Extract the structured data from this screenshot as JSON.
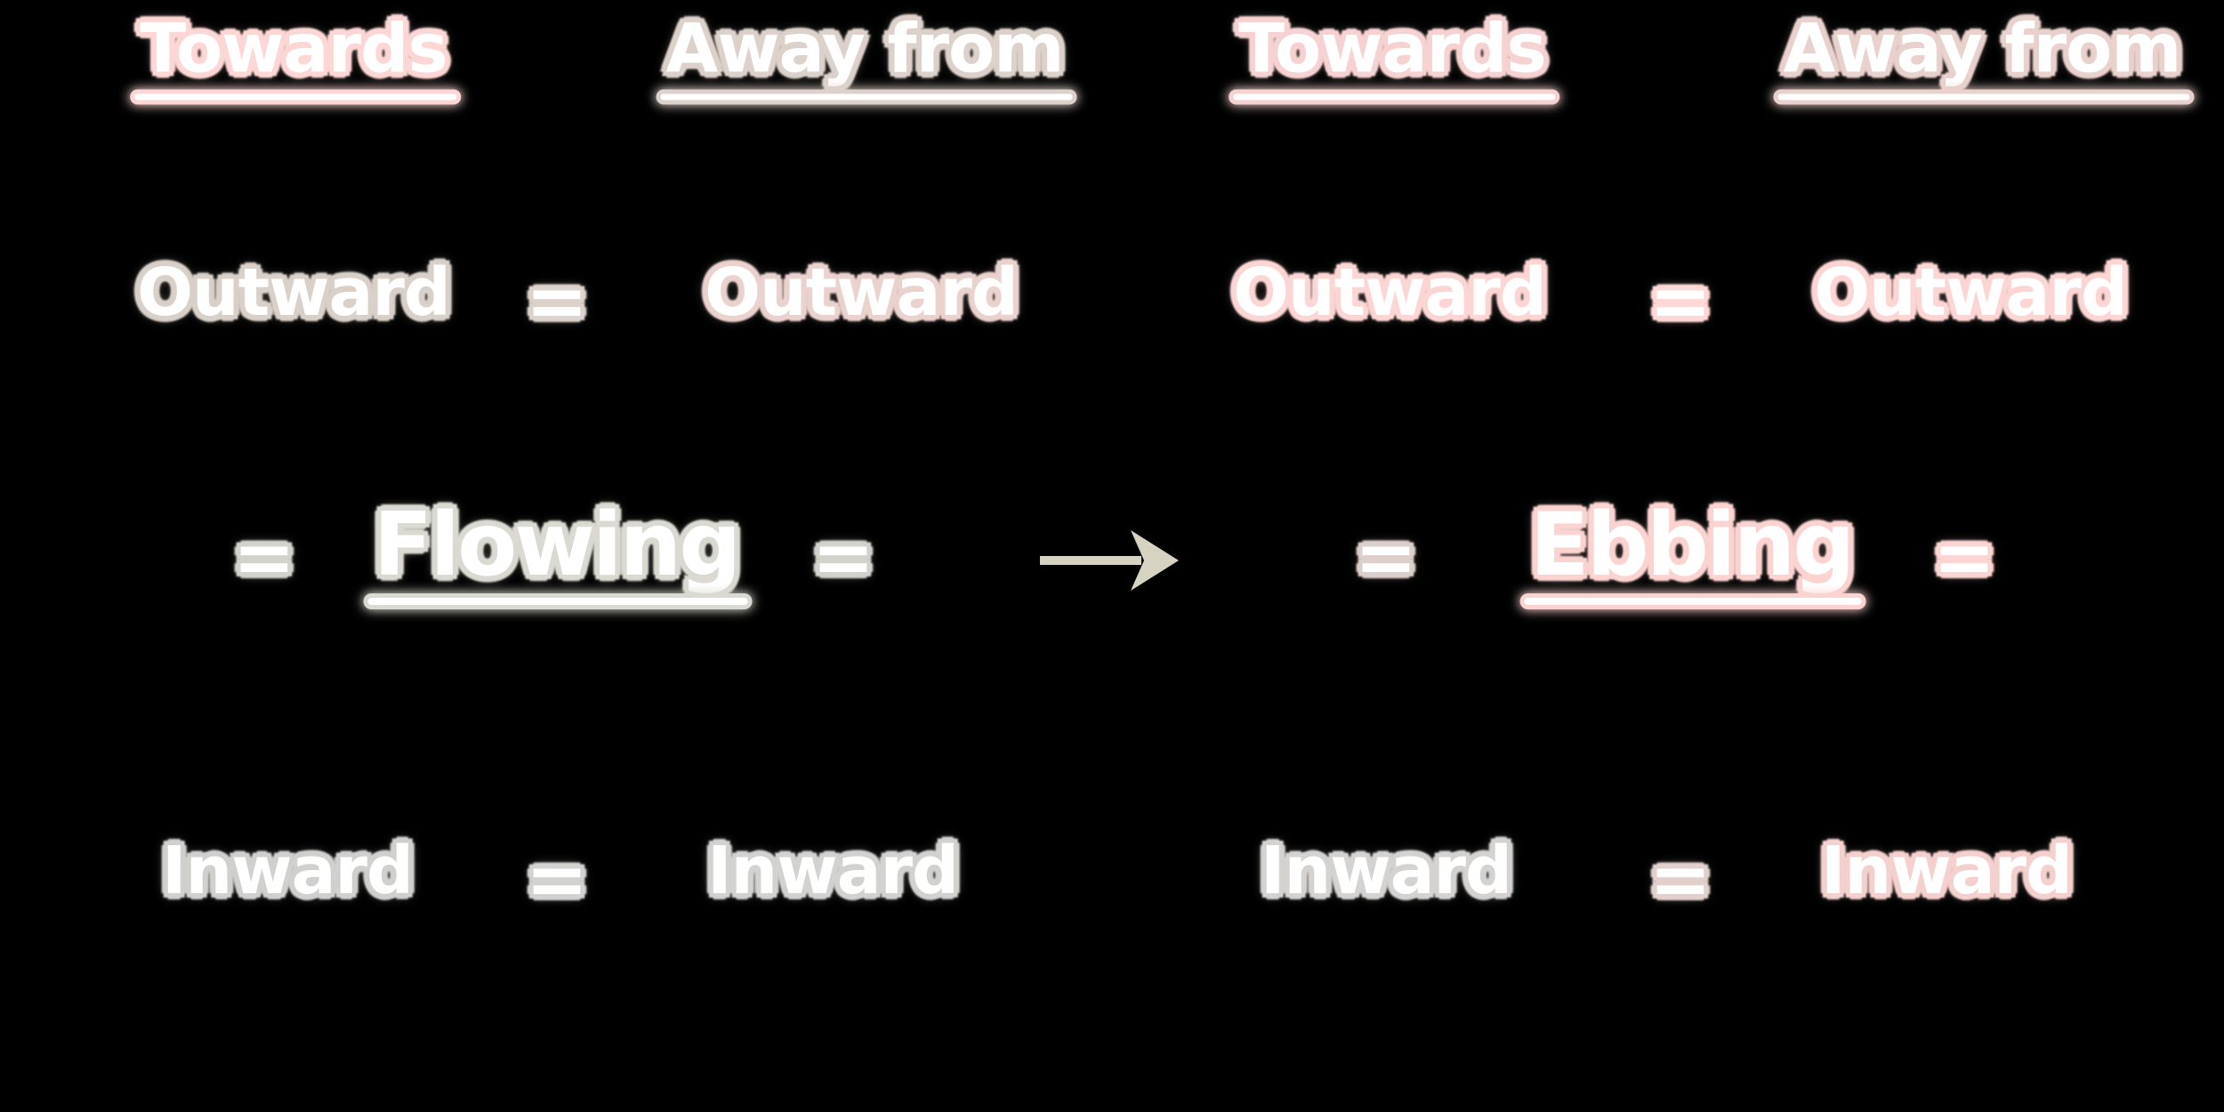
{
  "left_panel": {
    "state": "Flowing",
    "col_headers": [
      "Towards",
      "Away from"
    ],
    "outward_row": {
      "towards": "Outward",
      "eq": "=",
      "away": "Outward"
    },
    "center_row": {
      "eq_left": "=",
      "state": "Flowing",
      "eq_right": "="
    },
    "inward_row": {
      "towards": "Inward",
      "eq": "=",
      "away": "Inward"
    }
  },
  "right_panel": {
    "state": "Ebbing",
    "col_headers": [
      "Towards",
      "Away from"
    ],
    "outward_row": {
      "towards": "Outward",
      "eq": "=",
      "away": "Outward"
    },
    "center_row": {
      "eq_left": "=",
      "state": "Ebbing",
      "eq_right": "="
    },
    "inward_row": {
      "towards": "Inward",
      "eq": "=",
      "away": "Inward"
    }
  },
  "arrow": {
    "direction": "right"
  },
  "colors": {
    "background": "#000000",
    "text_fill": "#ffffff",
    "pink": "#fcd7d5",
    "muted_pink": "#f6d3d2",
    "soft_pink": "#f4d1cf",
    "mauve": "#e9d1cd",
    "taupe": "#ddd2cb",
    "warm_gray": "#d9d0c9",
    "gray": "#d1d1cf",
    "sage_gray": "#dadad2",
    "arrow_sage": "#d6d3c2"
  }
}
